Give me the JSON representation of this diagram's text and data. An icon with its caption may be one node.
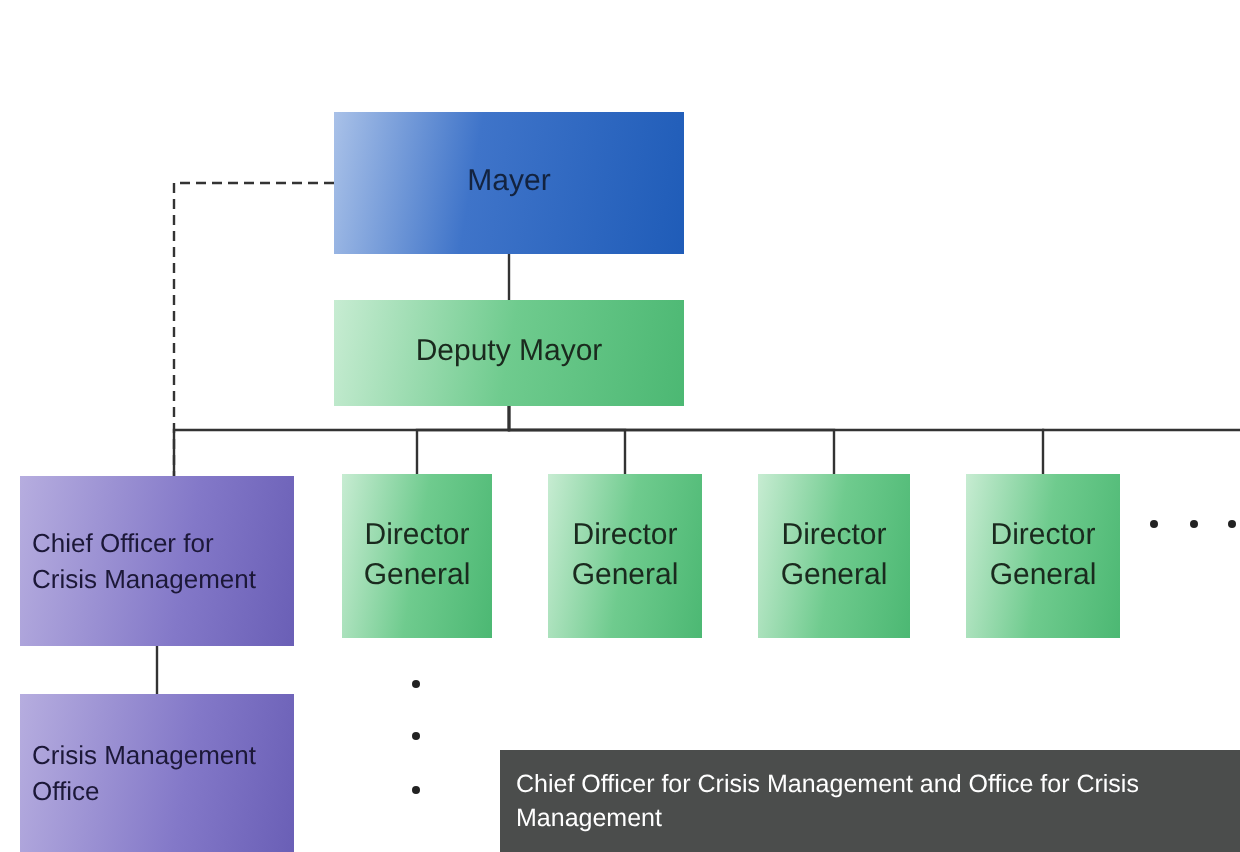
{
  "diagram": {
    "nodes": [
      {
        "text": [
          "Mayer"
        ]
      },
      {
        "text": [
          "Deputy Mayor"
        ]
      },
      {
        "text": [
          "Chief Officer for Crisis Management"
        ]
      },
      {
        "text": [
          "Director General"
        ]
      },
      {
        "text": [
          "Director General"
        ]
      },
      {
        "text": [
          "Director General"
        ]
      },
      {
        "text": [
          "Director General"
        ]
      },
      {
        "text": [
          "Crisis Management Office"
        ]
      },
      {
        "text": [
          "Chief Officer for Crisis Management and Office for Crisis Management"
        ]
      }
    ],
    "edges": [
      {
        "from": 0,
        "to": 1,
        "arrow": "none"
      },
      {
        "from": 1,
        "to": 2,
        "arrow": "none"
      },
      {
        "from": 1,
        "to": 3,
        "arrow": "none"
      },
      {
        "from": 1,
        "to": 4,
        "arrow": "none"
      },
      {
        "from": 1,
        "to": 5,
        "arrow": "none"
      },
      {
        "from": 1,
        "to": 6,
        "arrow": "none"
      },
      {
        "from": 0,
        "to": 2,
        "arrow": "none",
        "style": "dashed"
      },
      {
        "from": 2,
        "to": 7,
        "arrow": "none"
      }
    ]
  }
}
